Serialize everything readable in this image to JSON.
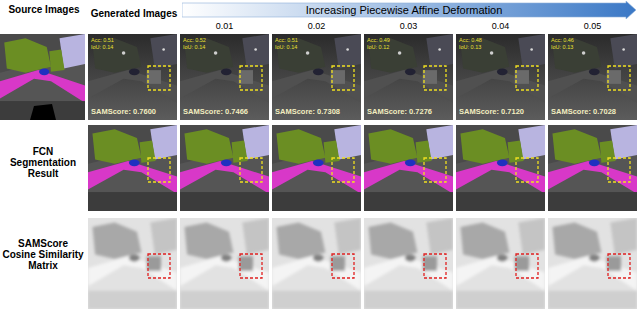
{
  "diagram": {
    "nodes": [
      {
        "text": [
          "Increasing Piecewise Affine Deformation"
        ]
      }
    ],
    "labels": [
      "Source Images",
      "Generated Images",
      "0.01",
      "0.02",
      "0.03",
      "0.04",
      "0.05",
      "FCN Segmentation Result",
      "SAMScore Cosine Similarity Matrix",
      "Acc: 0.51",
      "IoU: 0.14",
      "SAMScore: 0.7600",
      "Acc: 0.52",
      "IoU: 0.14",
      "SAMScore: 0.7466",
      "Acc: 0.51",
      "IoU: 0.14",
      "SAMScore: 0.7308",
      "Acc: 0.49",
      "IoU: 0.12",
      "SAMScore: 0.7276",
      "Acc: 0.48",
      "IoU: 0.13",
      "SAMScore: 0.7120",
      "Acc: 0.46",
      "IoU: 0.13",
      "SAMScore: 0.7028"
    ]
  }
}
